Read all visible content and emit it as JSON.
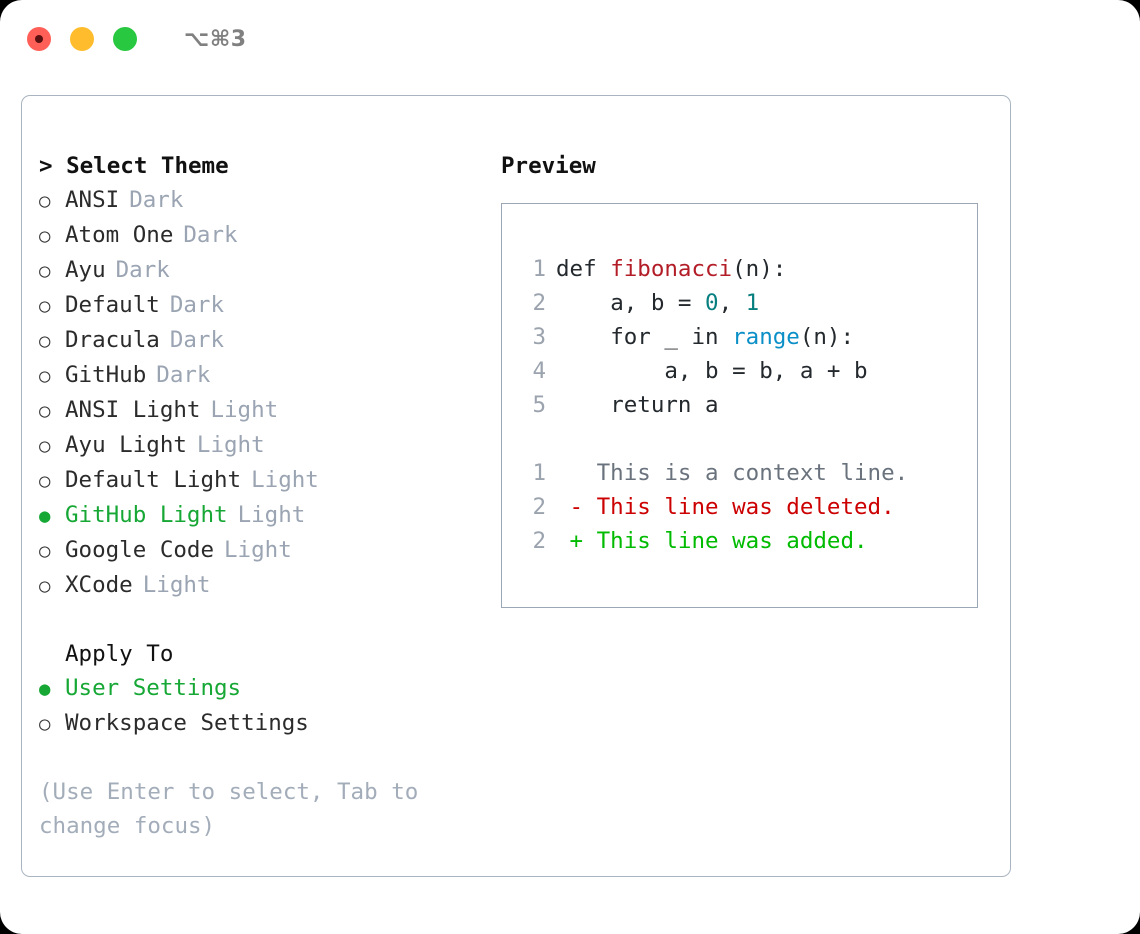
{
  "window": {
    "title": "⌥⌘3",
    "traffic_lights": [
      {
        "name": "close",
        "color": "#FF5F57"
      },
      {
        "name": "minimize",
        "color": "#FFBD2E"
      },
      {
        "name": "maximize",
        "color": "#28C840"
      }
    ]
  },
  "colors": {
    "accent_green": "#16A735",
    "muted": "#9AA4B2",
    "hint": "#A3ADBA",
    "border": "#AAB4C0",
    "diff_add": "#00BB00",
    "diff_del": "#CC0000",
    "diff_ctx": "#6A737D",
    "syntax_function": "#B31D28",
    "syntax_number": "#087F7F",
    "syntax_builtin": "#0B8FC7"
  },
  "theme_panel": {
    "header": "> Select Theme",
    "items": [
      {
        "marker": "○",
        "label": "ANSI",
        "tag": "Dark",
        "selected": false
      },
      {
        "marker": "○",
        "label": "Atom One",
        "tag": "Dark",
        "selected": false
      },
      {
        "marker": "○",
        "label": "Ayu",
        "tag": "Dark",
        "selected": false
      },
      {
        "marker": "○",
        "label": "Default",
        "tag": "Dark",
        "selected": false
      },
      {
        "marker": "○",
        "label": "Dracula",
        "tag": "Dark",
        "selected": false
      },
      {
        "marker": "○",
        "label": "GitHub",
        "tag": "Dark",
        "selected": false
      },
      {
        "marker": "○",
        "label": "ANSI Light",
        "tag": "Light",
        "selected": false
      },
      {
        "marker": "○",
        "label": "Ayu Light",
        "tag": "Light",
        "selected": false
      },
      {
        "marker": "○",
        "label": "Default Light",
        "tag": "Light",
        "selected": false
      },
      {
        "marker": "●",
        "label": "GitHub Light",
        "tag": "Light",
        "selected": true
      },
      {
        "marker": "○",
        "label": "Google Code",
        "tag": "Light",
        "selected": false
      },
      {
        "marker": "○",
        "label": "XCode",
        "tag": "Light",
        "selected": false
      }
    ]
  },
  "apply_to": {
    "header": "Apply To",
    "items": [
      {
        "marker": "●",
        "label": "User Settings",
        "selected": true
      },
      {
        "marker": "○",
        "label": "Workspace Settings",
        "selected": false
      }
    ]
  },
  "hint": "(Use Enter to select, Tab to change focus)",
  "preview": {
    "header": "Preview",
    "code_lines": [
      {
        "num": "1",
        "indent": "",
        "parts": [
          {
            "text": "def ",
            "type": "plain"
          },
          {
            "text": "fibonacci",
            "type": "function"
          },
          {
            "text": "(n):",
            "type": "plain"
          }
        ]
      },
      {
        "num": "2",
        "indent": "    ",
        "parts": [
          {
            "text": "a, b = ",
            "type": "plain"
          },
          {
            "text": "0",
            "type": "number"
          },
          {
            "text": ", ",
            "type": "plain"
          },
          {
            "text": "1",
            "type": "number"
          }
        ]
      },
      {
        "num": "3",
        "indent": "    ",
        "parts": [
          {
            "text": "for _ in ",
            "type": "plain"
          },
          {
            "text": "range",
            "type": "builtin"
          },
          {
            "text": "(n):",
            "type": "plain"
          }
        ]
      },
      {
        "num": "4",
        "indent": "        ",
        "parts": [
          {
            "text": "a, b = b, a + b",
            "type": "plain"
          }
        ]
      },
      {
        "num": "5",
        "indent": "    ",
        "parts": [
          {
            "text": "return a",
            "type": "plain"
          }
        ]
      }
    ],
    "diff_lines": [
      {
        "num": "1",
        "sign": "  ",
        "text": "This is a context line.",
        "kind": "context"
      },
      {
        "num": "2",
        "sign": "- ",
        "text": "This line was deleted.",
        "kind": "deleted"
      },
      {
        "num": "2",
        "sign": "+ ",
        "text": "This line was added.",
        "kind": "added"
      }
    ]
  }
}
